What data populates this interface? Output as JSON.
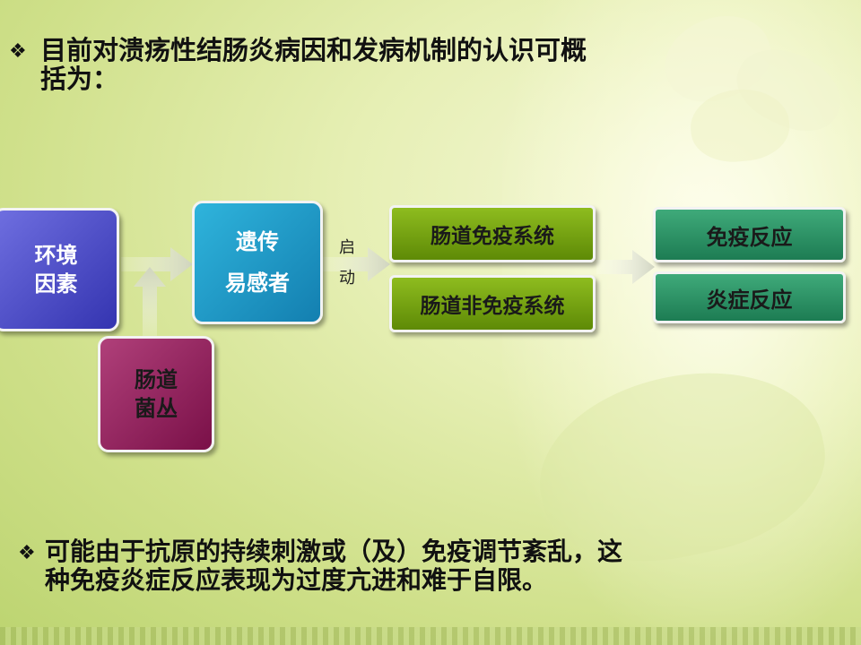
{
  "bullets": [
    {
      "icon": "❖",
      "lines": [
        "目前对溃疡性结肠炎病因和发病机制的认识可概",
        "括为："
      ]
    },
    {
      "icon": "❖",
      "lines": [
        "可能由于抗原的持续刺激或（及）免疫调节紊乱，这",
        "种免疫炎症反应表现为过度亢进和难于自限。"
      ]
    }
  ],
  "diagram": {
    "env": [
      "环境",
      "因素"
    ],
    "gene": [
      "遗传",
      "易感者"
    ],
    "flora": [
      "肠道",
      "菌丛"
    ],
    "trigger": [
      "启",
      "动"
    ],
    "immune": "肠道免疫系统",
    "nonimmune": "肠道非免疫系统",
    "immune_resp": "免疫反应",
    "inflam_resp": "炎症反应"
  },
  "colors": {
    "env": "#4545c8",
    "gene": "#1e9ac8",
    "flora": "#96285e",
    "system": "#76a312",
    "response": "#2a9466"
  }
}
